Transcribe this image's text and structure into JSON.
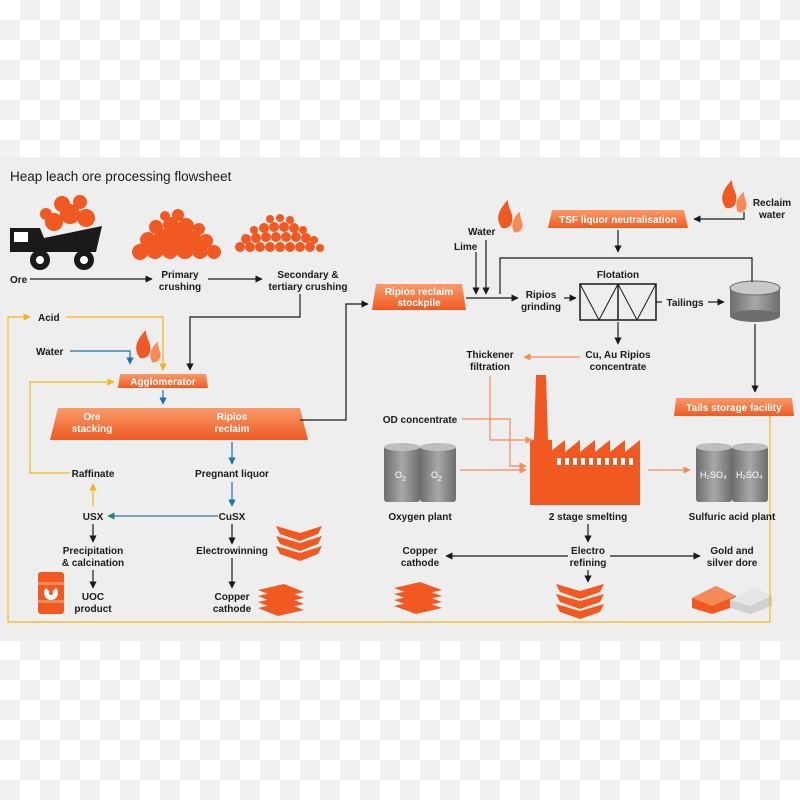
{
  "title": "Heap leach ore processing flowsheet",
  "labels": {
    "ore": "Ore",
    "primary_crushing": [
      "Primary",
      "crushing"
    ],
    "secondary_crushing": [
      "Secondary &",
      "tertiary crushing"
    ],
    "acid": "Acid",
    "water_left": "Water",
    "agglomerator": "Agglomerator",
    "ore_stacking": [
      "Ore",
      "stacking"
    ],
    "ripios_reclaim": [
      "Ripios",
      "reclaim"
    ],
    "raffinate": "Raffinate",
    "pregnant_liquor": "Pregnant liquor",
    "usx": "USX",
    "cusx": "CuSX",
    "precipitation": [
      "Precipitation",
      "& calcination"
    ],
    "electrowinning": "Electrowinning",
    "uoc_product": [
      "UOC",
      "product"
    ],
    "copper_cathode_left": [
      "Copper",
      "cathode"
    ],
    "ripios_reclaim_stockpile": [
      "Ripios reclaim",
      "stockpile"
    ],
    "water_top": "Water",
    "lime": "Lime",
    "ripios_grinding": [
      "Ripios",
      "grinding"
    ],
    "tsf_liquor_neutralisation": "TSF liquor neutralisation",
    "reclaim_water": [
      "Reclaim",
      "water"
    ],
    "flotation": "Flotation",
    "tailings": "Tailings",
    "thickener_filtration": [
      "Thickener",
      "filtration"
    ],
    "cu_au_ripios_concentrate": [
      "Cu, Au Ripios",
      "concentrate"
    ],
    "tails_storage_facility": "Tails storage facility",
    "od_concentrate": "OD concentrate",
    "oxygen_plant": "Oxygen plant",
    "two_stage_smelting": "2 stage smelting",
    "sulfuric_acid_plant": "Sulfuric acid plant",
    "copper_cathode_right": [
      "Copper",
      "cathode"
    ],
    "electro_refining": [
      "Electro",
      "refining"
    ],
    "gold_silver_dore": [
      "Gold and",
      "silver dore"
    ],
    "o2": "O",
    "o2_sub": "2",
    "h2so4": "H₂SO₄"
  },
  "colors": {
    "orange": "#f05a22",
    "orange_light": "#f68b58",
    "yellow_line": "#f4b41a",
    "blue_line": "#1f6fb2",
    "teal_line": "#2b7f8f",
    "dark": "#1a1a1a",
    "grey_tank": "#8c8c8c",
    "panel": "#eeeeee"
  },
  "icons": [
    "truck-icon",
    "ore-pile-icon",
    "fine-ore-pile-icon",
    "flame-icon",
    "tank-icon",
    "barrel-icon",
    "cathode-stack-icon",
    "smelter-icon",
    "gas-cylinder-icon",
    "gold-bar-icon"
  ]
}
